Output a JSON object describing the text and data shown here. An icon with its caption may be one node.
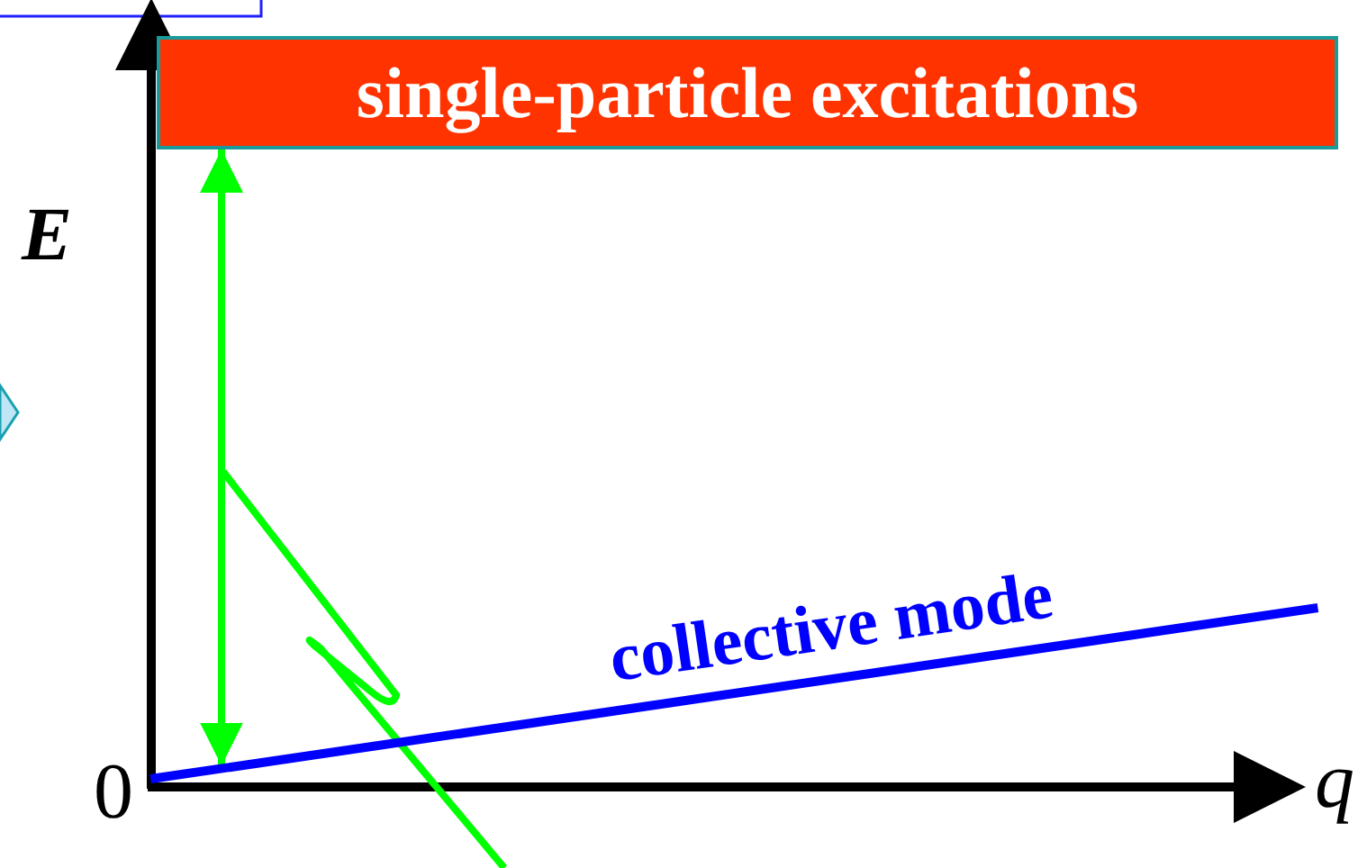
{
  "diagram": {
    "nodes": [
      {
        "text": [
          "single-particle excitations"
        ]
      },
      {
        "text": [
          "collective mode"
        ]
      }
    ],
    "edges": [
      {
        "from": 0,
        "to": 1,
        "arrow": "both",
        "color": "#00ff00"
      }
    ],
    "labels": [
      "E",
      "0",
      "q"
    ]
  }
}
